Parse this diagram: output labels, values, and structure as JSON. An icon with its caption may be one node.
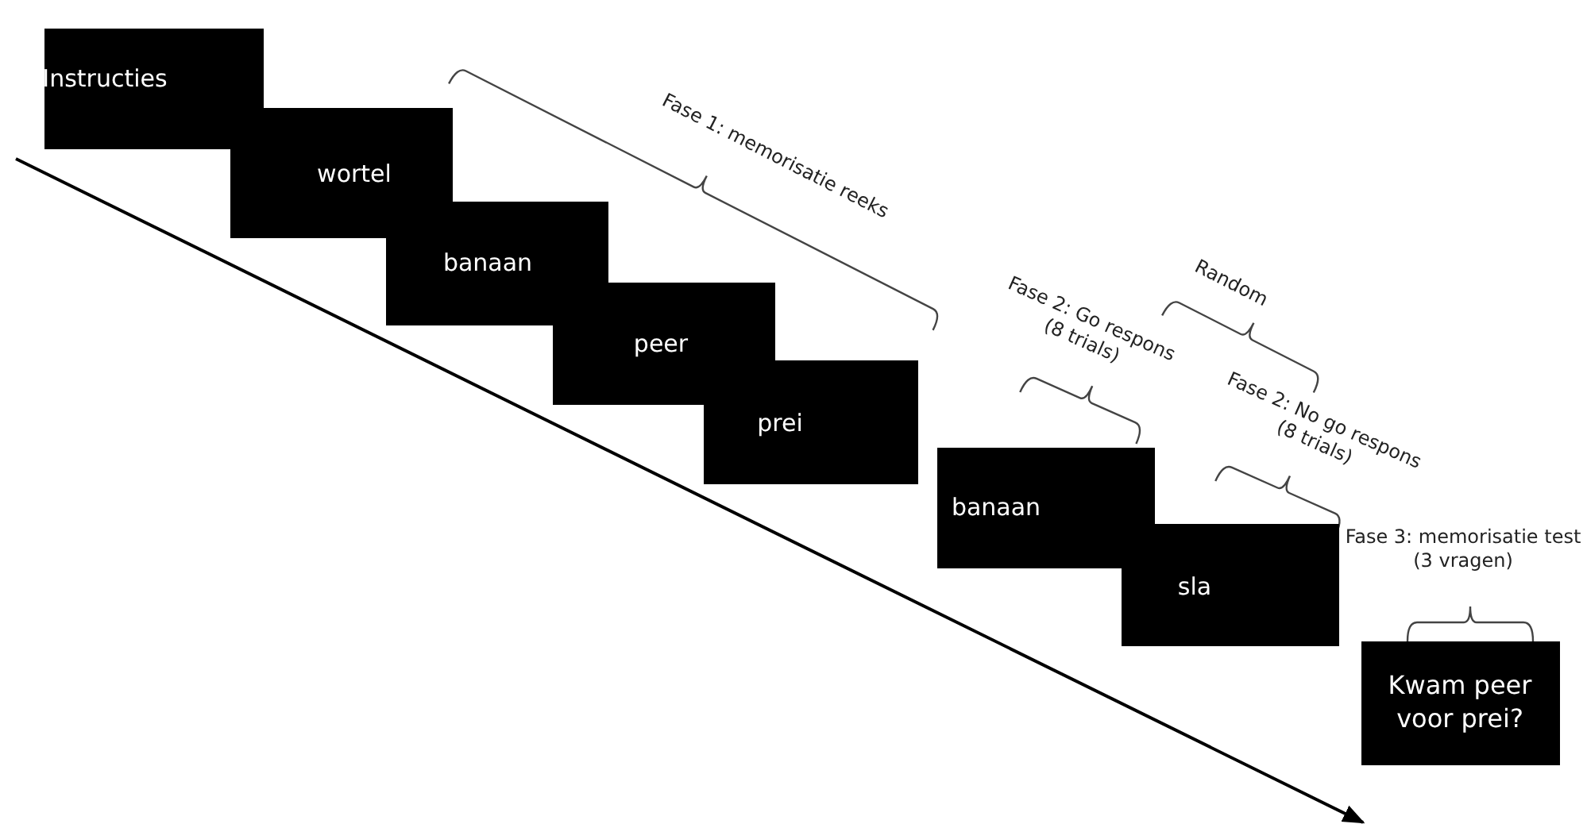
{
  "diagram": {
    "nodes": [
      {
        "text": [
          "Instructies"
        ]
      },
      {
        "text": [
          "wortel"
        ]
      },
      {
        "text": [
          "banaan"
        ]
      },
      {
        "text": [
          "peer"
        ]
      },
      {
        "text": [
          "prei"
        ]
      },
      {
        "text": [
          "banaan"
        ]
      },
      {
        "text": [
          "sla"
        ]
      },
      {
        "text": [
          "Kwam peer voor prei?"
        ]
      }
    ],
    "labels": [
      "Fase 1: memorisatie reeks",
      "Random",
      "Fase 2: Go respons (8 trials)",
      "Fase 2: No go respons (8 trials)",
      "Fase 3: memorisatie test (3 vragen)"
    ]
  }
}
